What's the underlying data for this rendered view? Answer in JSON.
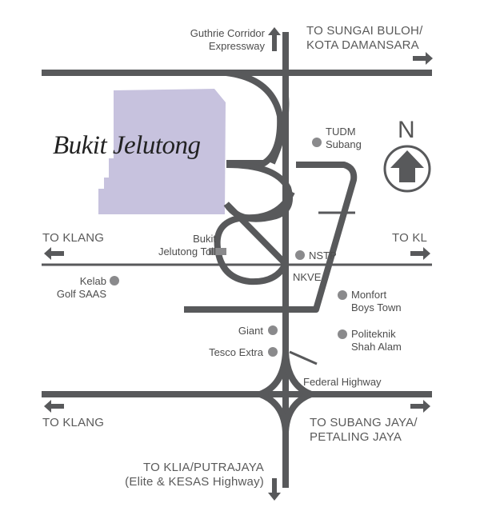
{
  "map": {
    "area_name": "Bukit Jelutong",
    "compass": {
      "letter": "N",
      "icon": "north-arrow-icon"
    },
    "directions": {
      "guthrie": [
        "Guthrie Corridor",
        "Expressway"
      ],
      "sungai_buloh": [
        "TO SUNGAI BULOH/",
        "KOTA DAMANSARA"
      ],
      "klang_upper": "TO KLANG",
      "kl": "TO KL",
      "klang_lower": "TO KLANG",
      "subang_jaya": [
        "TO SUBANG JAYA/",
        "PETALING JAYA"
      ],
      "klia": [
        "TO KLIA/PUTRAJAYA",
        "(Elite & KESAS Highway)"
      ]
    },
    "places": {
      "tudm": [
        "TUDM",
        "Subang"
      ],
      "toll": [
        "Bukit",
        "Jelutong Toll"
      ],
      "nstp": "NSTP",
      "golf": [
        "Kelab",
        "Golf SAAS"
      ],
      "monfort": [
        "Monfort",
        "Boys Town"
      ],
      "giant": "Giant",
      "tesco": "Tesco Extra",
      "politeknik": [
        "Politeknik",
        "Shah Alam"
      ]
    },
    "roads": {
      "nkve": "NKVE",
      "federal": "Federal Highway"
    },
    "colors": {
      "road": "#58595b",
      "area_fill": "#c7c2de",
      "marker": "#8a8a8c",
      "text": "#4d4d4d"
    }
  }
}
